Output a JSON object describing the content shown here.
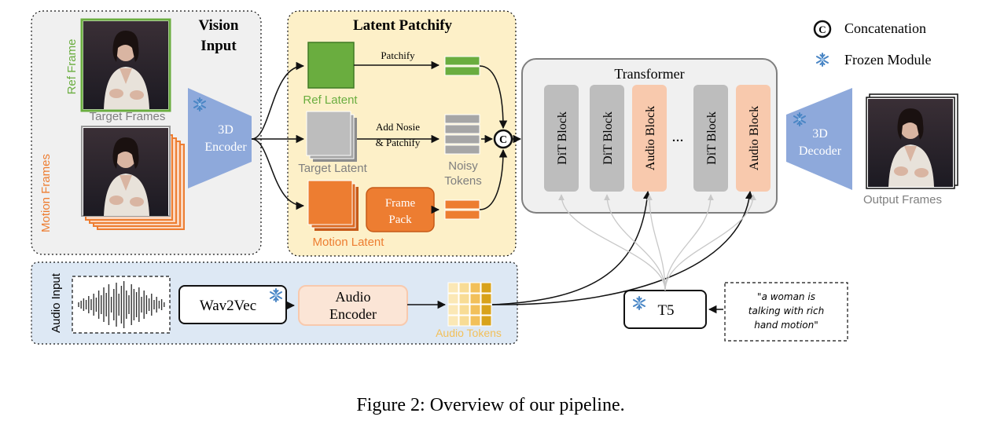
{
  "caption": "Figure 2: Overview of our pipeline.",
  "legend": {
    "concat_symbol": "C",
    "concat_label": "Concatenation",
    "frozen_label": "Frozen Module"
  },
  "vision": {
    "title_line1": "Vision",
    "title_line2": "Input",
    "ref_frame_label": "Ref Frame",
    "target_frames_label": "Target Frames",
    "motion_frames_label": "Motion Frames"
  },
  "encoder": {
    "line1": "3D",
    "line2": "Encoder"
  },
  "patchify": {
    "title": "Latent Patchify",
    "ref_latent_label": "Ref Latent",
    "target_latent_label": "Target Latent",
    "motion_latent_label": "Motion Latent",
    "patchify_label": "Patchify",
    "add_noise_line1": "Add Nosie",
    "add_noise_line2": "& Patchify",
    "noisy_line1": "Noisy",
    "noisy_line2": "Tokens",
    "frame_pack_line1": "Frame",
    "frame_pack_line2": "Pack"
  },
  "transformer": {
    "title": "Transformer",
    "blocks": [
      "DiT Block",
      "DiT Block",
      "Audio Block",
      "DiT Block",
      "Audio Block"
    ],
    "ellipsis": "..."
  },
  "decoder": {
    "line1": "3D",
    "line2": "Decoder",
    "output_label": "Output Frames"
  },
  "audio": {
    "input_label": "Audio Input",
    "wav2vec_label": "Wav2Vec",
    "encoder_line1": "Audio",
    "encoder_line2": "Encoder",
    "tokens_label": "Audio Tokens"
  },
  "text": {
    "t5_label": "T5",
    "prompt_line1": "\"a woman is",
    "prompt_line2": "talking with rich",
    "prompt_line3": "hand motion\""
  },
  "colors": {
    "green": "#6aad3f",
    "orange": "#ed7d31",
    "gray_block": "#bdbdbd",
    "peach_block": "#f8c9ad",
    "blue_trap": "#8ea9db",
    "snow": "#4a86c5",
    "patchify_bg": "#fdf0c8",
    "vision_bg": "#f0f0f0",
    "audio_bg": "#dde8f4"
  }
}
